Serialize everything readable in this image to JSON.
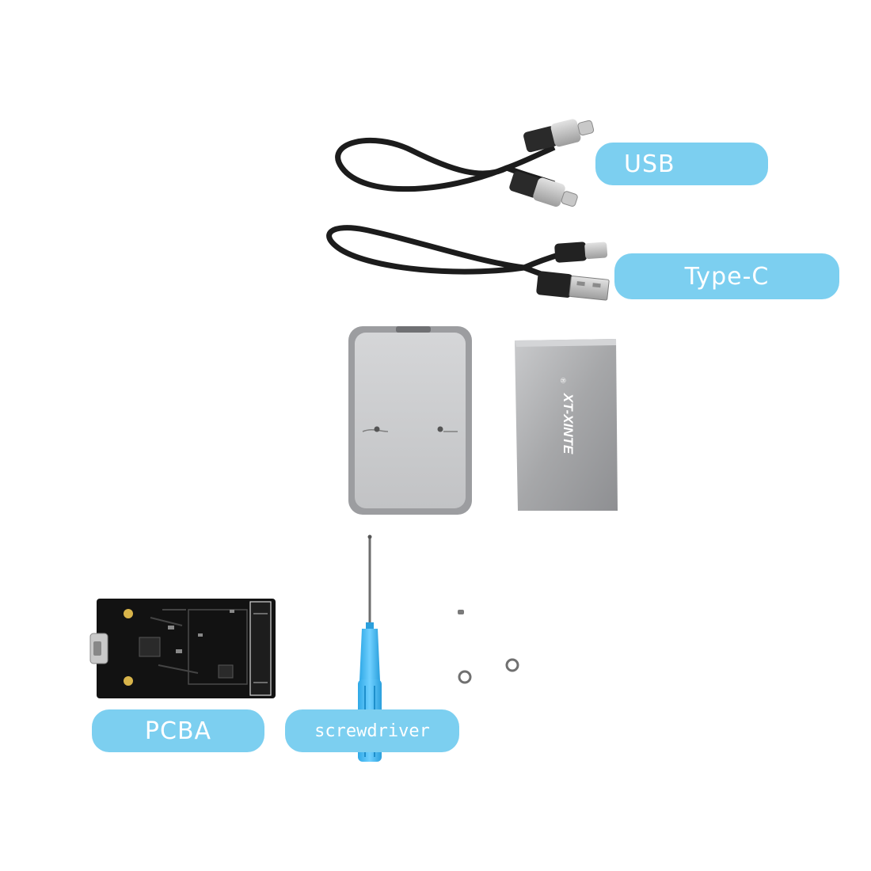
{
  "labels": {
    "usb": "USB",
    "type_c": "Type-C",
    "pcba": "PCBA",
    "screwdriver": "screwdriver"
  },
  "brand": {
    "logo_text": "XT-XINTE",
    "logo_mark": "®"
  },
  "colors": {
    "label_bg": "#7ccff0",
    "label_text": "#ffffff",
    "enclosure": "#a9aaac",
    "pcb": "#111111",
    "screwdriver_handle": "#3db4ee"
  }
}
